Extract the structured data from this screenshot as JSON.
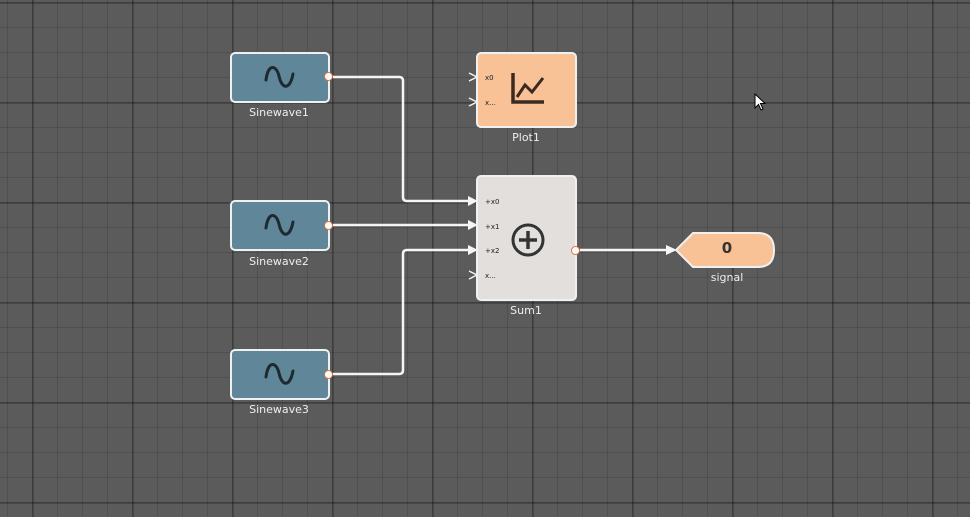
{
  "blocks": {
    "sinewave1": {
      "label": "Sinewave1"
    },
    "sinewave2": {
      "label": "Sinewave2"
    },
    "sinewave3": {
      "label": "Sinewave3"
    },
    "plot1": {
      "label": "Plot1",
      "inputs": [
        "x0",
        "x..."
      ]
    },
    "sum1": {
      "label": "Sum1",
      "inputs": [
        "+x0",
        "+x1",
        "+x2",
        "x..."
      ]
    },
    "signal": {
      "label": "signal",
      "value": "0"
    }
  },
  "colors": {
    "sine": "#5f8799",
    "plot": "#f9c196",
    "sum": "#e2dfdd",
    "port": "#e2703a"
  }
}
